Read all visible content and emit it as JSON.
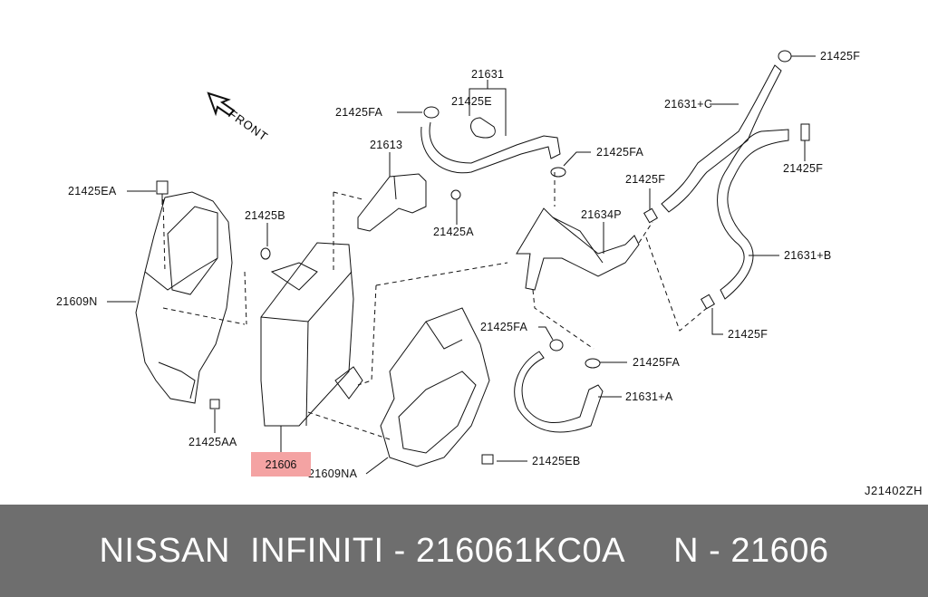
{
  "diagram": {
    "direction_label": "FRONT",
    "highlighted_part": "21606",
    "diagram_code": "J21402ZH",
    "labels": [
      "21425F",
      "21631",
      "21425E",
      "21631+C",
      "21425FA",
      "21613",
      "21425FA",
      "21425F",
      "21425EA",
      "21425F",
      "21634P",
      "21425B",
      "21425A",
      "21631+B",
      "21609N",
      "21425FA",
      "21425F",
      "21425FA",
      "21631+A",
      "21425AA",
      "21609NA",
      "21425EB"
    ]
  },
  "footer": {
    "text": "NISSAN  INFINITI - 216061KC0A     N - 21606"
  }
}
